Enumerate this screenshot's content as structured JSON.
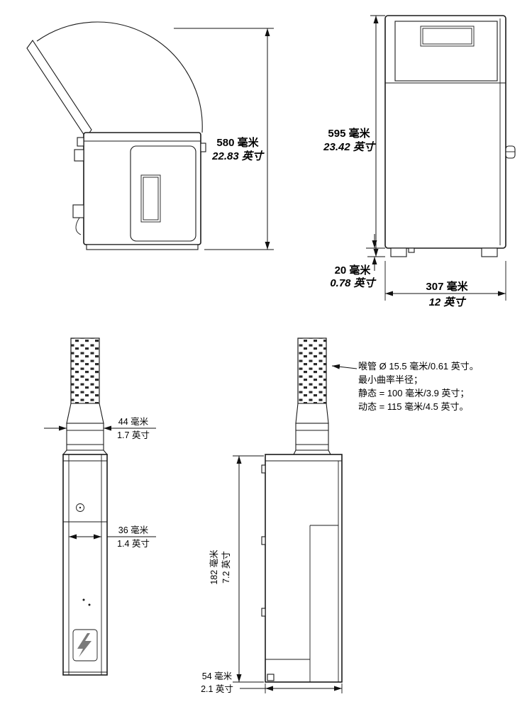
{
  "cabinet_side": {
    "open_height_mm": "580 毫米",
    "open_height_in": "22.83 英寸"
  },
  "cabinet_front": {
    "height_mm": "595 毫米",
    "height_in": "23.42 英寸",
    "clearance_mm": "20 毫米",
    "clearance_in": "0.78 英寸",
    "width_mm": "307 毫米",
    "width_in": "12 英寸"
  },
  "printhead_front": {
    "collar_width_mm": "44 毫米",
    "collar_width_in": "1.7 英寸",
    "body_width_mm": "36 毫米",
    "body_width_in": "1.4 英寸"
  },
  "printhead_side": {
    "height_mm": "182 毫米",
    "height_in": "7.2 英寸",
    "depth_mm": "54 毫米",
    "depth_in": "2.1 英寸"
  },
  "conduit_note": {
    "line1": "喉管 Ø 15.5 毫米/0.61 英寸。",
    "line2": "最小曲率半径；",
    "line3": "静态 = 100 毫米/3.9 英寸；",
    "line4": "动态 = 115 毫米/4.5 英寸。"
  }
}
